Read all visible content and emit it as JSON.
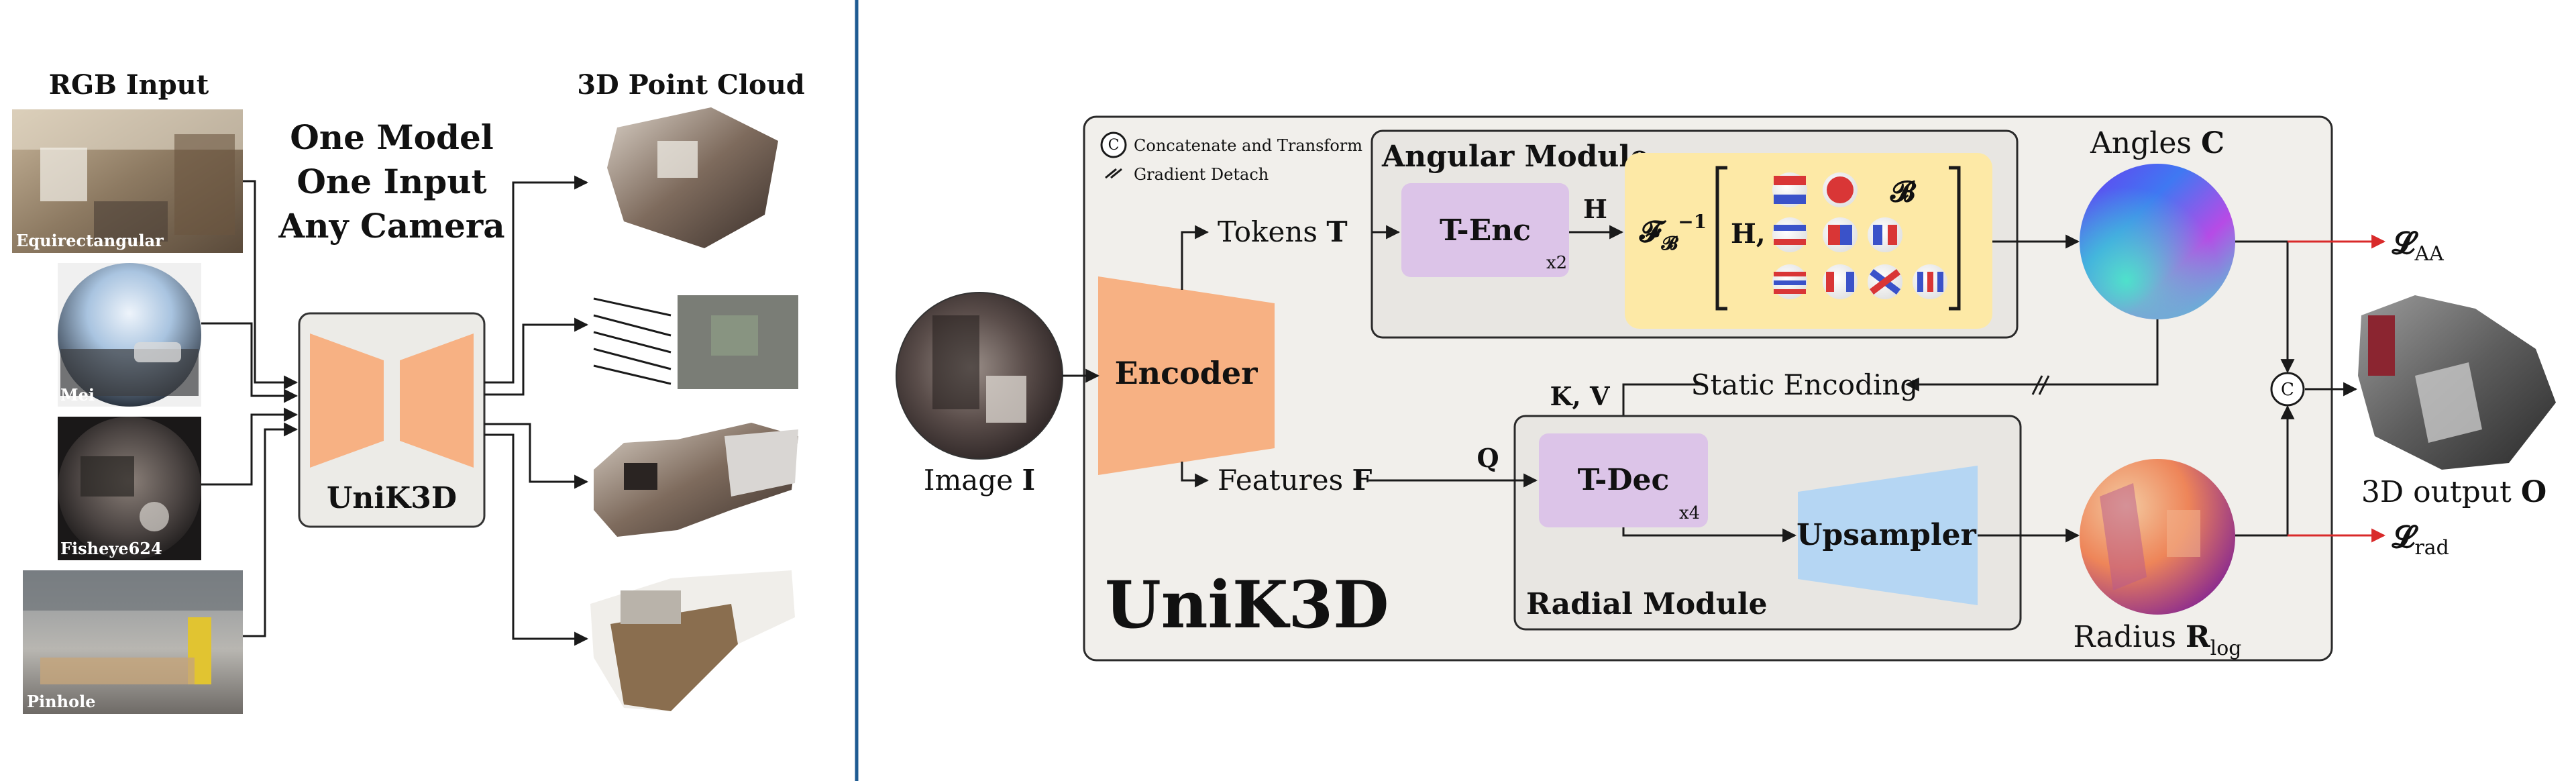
{
  "left": {
    "rgb_input_title": "RGB Input",
    "tagline": [
      "One Model",
      "One Input",
      "Any Camera"
    ],
    "point_cloud_title": "3D Point Cloud",
    "model_label": "UniK3D",
    "camera_labels": [
      "Equirectangular",
      "Mei",
      "Fisheye624",
      "Pinhole"
    ]
  },
  "legend": {
    "concat_symbol": "C",
    "concat_label": "Concatenate and Transform",
    "detach_label": "Gradient Detach"
  },
  "arch": {
    "brand": "UniK3D",
    "image_label": "Image ",
    "image_symbol": "I",
    "encoder": "Encoder",
    "tokens_label": "Tokens ",
    "tokens_symbol": "T",
    "features_label": "Features ",
    "features_symbol": "F",
    "angular_module": "Angular Module",
    "t_enc": "T-Enc",
    "t_enc_mult": "x2",
    "h_label": "H",
    "sh_operator": "𝓕",
    "sh_sub": "𝓑",
    "sh_sup": "−1",
    "basis_h": "H,",
    "basis_b": "𝓑",
    "static_encoding": "Static Encoding",
    "kv_label": "K, V",
    "q_label": "Q",
    "t_dec": "T-Dec",
    "t_dec_mult": "x4",
    "upsampler": "Upsampler",
    "radial_module": "Radial Module",
    "angles_label": "Angles ",
    "angles_symbol": "C",
    "radius_label": "Radius ",
    "radius_symbol": "R",
    "radius_sub": "log",
    "output_label": "3D output ",
    "output_symbol": "O",
    "concat_node": "C",
    "loss_symbol": "𝓛",
    "loss_aa_sub": "AA",
    "loss_rad_sub": "rad"
  },
  "colors": {
    "divider": "#1f5b92",
    "encoder": "#f7b183",
    "module_fill": "#ebe9e6",
    "transformer": "#dcc4e8",
    "upsampler": "#b5d6f3",
    "basis_panel": "#fde9a6",
    "loss_arrow": "#d92a2a"
  }
}
